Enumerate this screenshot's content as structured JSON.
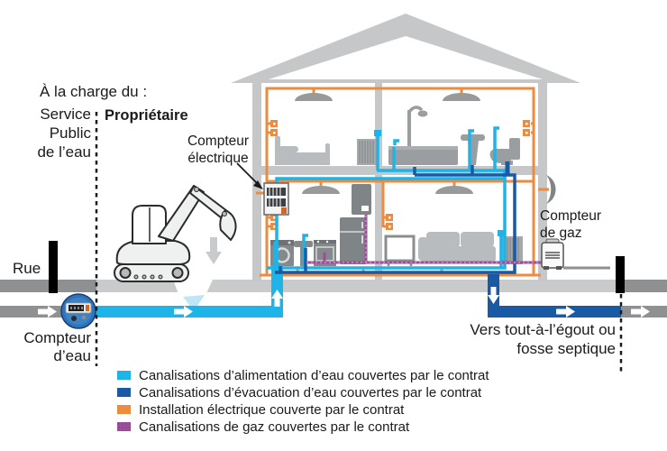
{
  "header": {
    "title": "À la charge du :",
    "left_party": "Service\nPublic\nde l’eau",
    "right_party": "Propriétaire"
  },
  "labels": {
    "electric_meter": "Compteur\nélectrique",
    "gas_meter": "Compteur\nde gaz",
    "street": "Rue",
    "water_meter": "Compteur\nd’eau",
    "sewer": "Vers tout-à-l’égout ou\nfosse septique"
  },
  "legend": {
    "items": [
      {
        "label": "Canalisations d’alimentation d’eau couvertes par le contrat",
        "color": "#1FB4E8"
      },
      {
        "label": "Canalisations d’évacuation d’eau couvertes par le contrat",
        "color": "#1A5AA5"
      },
      {
        "label": "Installation électrique couverte par le contrat",
        "color": "#ED8B3F"
      },
      {
        "label": "Canalisations de gaz couvertes par le contrat",
        "color": "#9B4F9B"
      }
    ]
  },
  "colors": {
    "water_supply": "#1FB4E8",
    "water_evacuation": "#1A5AA5",
    "electric": "#ED8B3F",
    "gas": "#9B4F9B",
    "structure_gray": "#C5C7C8",
    "ground_dark": "#8E9091"
  }
}
